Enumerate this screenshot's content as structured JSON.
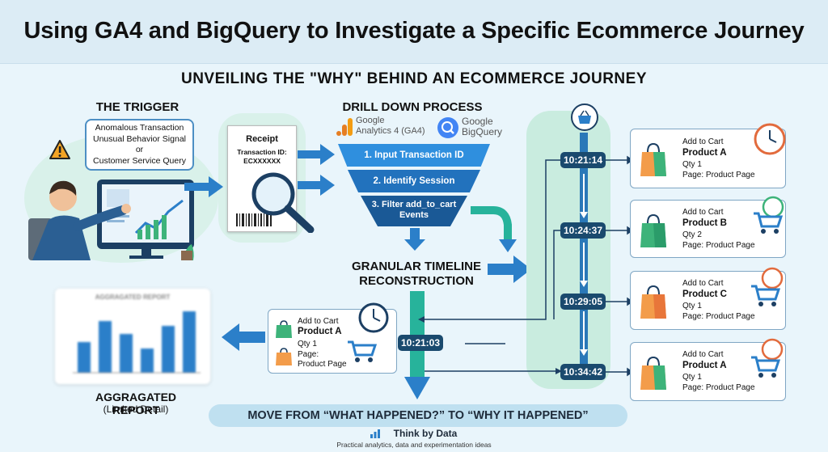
{
  "title": "Using GA4 and BigQuery to Investigate a Specific Ecommerce Journey",
  "subtitle": "UNVEILING THE \"WHY\" BEHIND AN ECOMMERCE  JOURNEY",
  "trigger": {
    "heading": "THE TRIGGER",
    "lines": [
      "Anomalous Transaction",
      "Unusual Behavior Signal",
      "or",
      "Customer Service Query"
    ]
  },
  "receipt": {
    "title": "Receipt",
    "label": "Transaction ID:",
    "id": "ECXXXXXX"
  },
  "drill": {
    "heading": "DRILL DOWN PROCESS",
    "ga4_line1": "Google",
    "ga4_line2": "Analytics 4 (GA4)",
    "bq_line1": "Google",
    "bq_line2": "BigQuery",
    "steps": [
      "1. Input Transaction ID",
      "2. Identify Session",
      "3. Filter add_to_cart",
      "Events"
    ]
  },
  "granular": {
    "line1": "GRANULAR TIMELINE",
    "line2": "RECONSTRUCTION"
  },
  "events": [
    {
      "time": "10:21:14",
      "type": "Add to Cart",
      "product": "Product A",
      "qty": "Qty 1",
      "page": "Page: Product Page"
    },
    {
      "time": "10:24:37",
      "type": "Add to Cart",
      "product": "Product B",
      "qty": "Qty 2",
      "page": "Page: Product Page"
    },
    {
      "time": "10:29:05",
      "type": "Add to Cart",
      "product": "Product C",
      "qty": "Qty 1",
      "page": "Page: Product Page"
    },
    {
      "time": "10:34:42",
      "type": "Add to Cart",
      "product": "Product A",
      "qty": "Qty 1",
      "page": "Page: Product Page"
    }
  ],
  "detail": {
    "time": "10:21:03",
    "type": "Add to Cart",
    "product": "Product A",
    "qty": "Qty 1",
    "page1": "Page:",
    "page2": "Product Page"
  },
  "aggregated": {
    "inner_title": "AGGRAGATED REPORT",
    "title": "AGGRAGATED REPORT",
    "sub": "(Limited Detail)"
  },
  "banner": "MOVE FROM “WHAT HAPPENED?” TO “WHY IT HAPPENED”",
  "brand": {
    "name": "Think by Data",
    "tagline": "Practical analytics, data and experimentation ideas"
  },
  "colors": {
    "primary_blue": "#2f8fde",
    "dark_blue": "#1a4a6e",
    "mint": "#c9ecdf",
    "arrow": "#2b7fc9"
  }
}
